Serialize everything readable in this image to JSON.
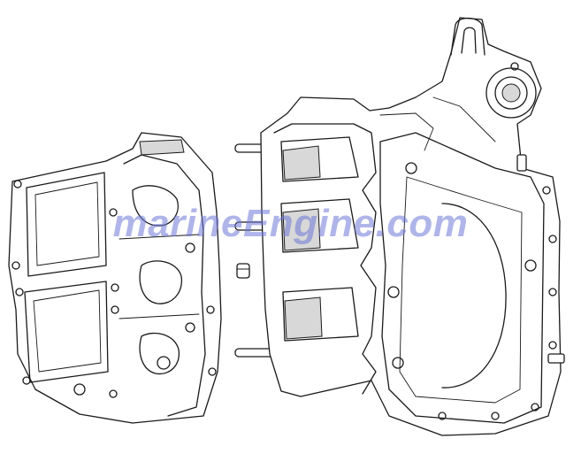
{
  "watermark": {
    "text": "marineEngine.com",
    "color": "#6e78d7"
  },
  "diagram": {
    "parts": [
      {
        "id": "cylinder-head-exhaust-cover"
      },
      {
        "id": "crankcase-block"
      },
      {
        "id": "dowel-pin"
      },
      {
        "id": "stud-bolts"
      }
    ]
  }
}
